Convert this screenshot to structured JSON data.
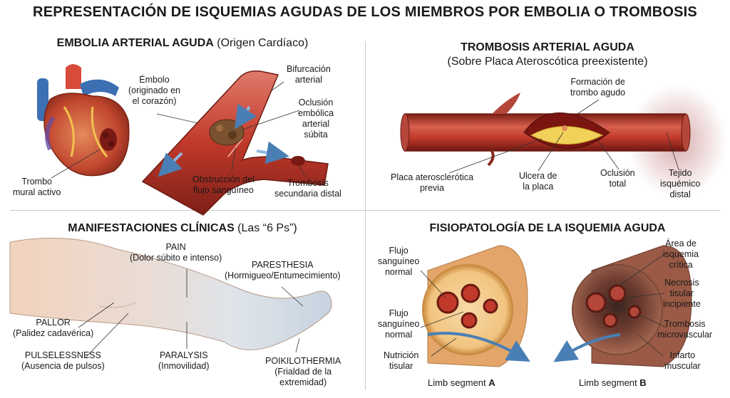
{
  "title": "REPRESENTACIÓN DE ISQUEMIAS AGUDAS DE LOS MIEMBROS POR EMBOLIA O TROMBOSIS",
  "embolia": {
    "title_bold": "EMBOLIA ARTERIAL AGUDA",
    "title_rest": " (Origen Cardíaco)",
    "labels": {
      "embolo": "Émbolo\n(originado en\nel corazón)",
      "bifurcacion": "Bifurcación\narterial",
      "oclusion": "Oclusión\nembólica\narterial\nsúbita",
      "trombo_mural": "Trombo\nmural activo",
      "obstruccion": "Obstrucción del\nflujo sanguíneo",
      "trombosis_sec": "Trombosis\nsecundaria distal"
    }
  },
  "trombosis": {
    "title": "TROMBOSIS ARTERIAL AGUDA",
    "subtitle": "(Sobre Placa Ateroscótica preexistente)",
    "labels": {
      "formacion": "Formación de\ntrombo agudo",
      "placa": "Placa aterosclerótica\nprevia",
      "ulcera": "Ulcera de\nla placa",
      "oclusion_total": "Oclusión\ntotal",
      "tejido": "Tejido\nisquémico\ndistal"
    }
  },
  "manifestaciones": {
    "title_bold": "MANIFESTACIONES CLÍNICAS",
    "title_rest": " (Las “6 Ps”)",
    "ps": [
      {
        "name": "PAIN",
        "desc": "(Dolor súbito e intenso)"
      },
      {
        "name": "PARESTHESIA",
        "desc": "(Hormigueo/Entumecimiento)"
      },
      {
        "name": "PALLOR",
        "desc": "(Palidez cadavérica)"
      },
      {
        "name": "PULSELESSNESS",
        "desc": "(Ausencia de pulsos)"
      },
      {
        "name": "PARALYSIS",
        "desc": "(Inmovilidad)"
      },
      {
        "name": "POIKILOTHERMIA",
        "desc": "(Frialdad de la\nextremidad)"
      }
    ]
  },
  "fisiopatologia": {
    "title": "FISIOPATOLOGÍA DE LA ISQUEMIA AGUDA",
    "labels": {
      "flujo_normal_1": "Flujo\nsanguíneo\nnormal",
      "flujo_normal_2": "Flujo\nsanguíneo\nnormal",
      "nutricion": "Nutrición\ntisular",
      "area": "Área de\nisquemia\ncrítica",
      "necrosis": "Necrosis\ntisular\nincipiente",
      "trombosis_micro": "Trombosis\nmicrovascular",
      "infarto": "Infarto\nmuscular"
    },
    "segment_a": {
      "prefix": "Limb segment ",
      "letter": "A"
    },
    "segment_b": {
      "prefix": "Limb segment ",
      "letter": "B"
    }
  }
}
